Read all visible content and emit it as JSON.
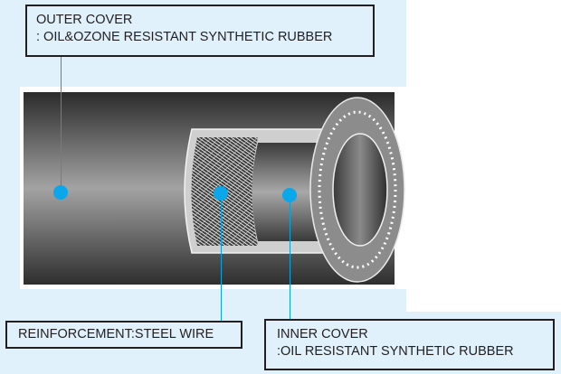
{
  "diagram": {
    "subject": "hose-cross-section",
    "accent_color": "#0aa7ea",
    "background_color": "#e0f1fb",
    "labels": {
      "outer_cover": {
        "title": "OUTER COVER",
        "description": ": OIL&OZONE RESISTANT SYNTHETIC RUBBER"
      },
      "reinforcement": {
        "title": "REINFORCEMENT:STEEL WIRE"
      },
      "inner_cover": {
        "title": "INNER COVER",
        "description": ":OIL RESISTANT SYNTHETIC RUBBER"
      }
    }
  }
}
